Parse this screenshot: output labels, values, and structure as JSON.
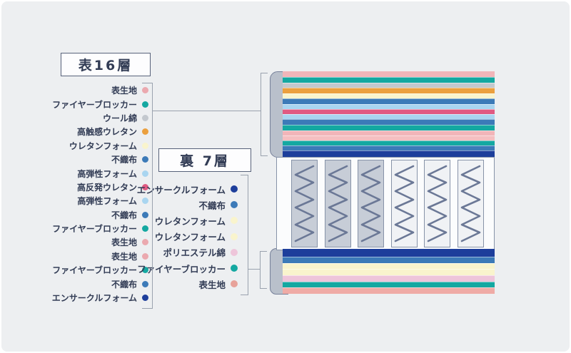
{
  "front_legend": {
    "title": "表16層",
    "items": [
      {
        "label": "表生地",
        "color": "#eba9af"
      },
      {
        "label": "ファイヤーブロッカー",
        "color": "#14a8a1"
      },
      {
        "label": "ウール綿",
        "color": "#c3c8ce"
      },
      {
        "label": "高触感ウレタン",
        "color": "#eba03f"
      },
      {
        "label": "ウレタンフォーム",
        "color": "#f9f4cd"
      },
      {
        "label": "不織布",
        "color": "#3c7ab8"
      },
      {
        "label": "高弾性フォーム",
        "color": "#a9d5f0"
      },
      {
        "label": "高反発ウレタン",
        "color": "#e05a82"
      },
      {
        "label": "高弾性フォーム",
        "color": "#a9d5f0"
      },
      {
        "label": "不織布",
        "color": "#3c7ab8"
      },
      {
        "label": "ファイヤーブロッカー",
        "color": "#14a8a1"
      },
      {
        "label": "表生地",
        "color": "#eba9af"
      },
      {
        "label": "表生地",
        "color": "#eba9af"
      },
      {
        "label": "ファイヤーブロッカー",
        "color": "#14a8a1"
      },
      {
        "label": "不織布",
        "color": "#3c7ab8"
      },
      {
        "label": "エンサークルフォーム",
        "color": "#1d3e9b"
      }
    ]
  },
  "back_legend": {
    "title": "裏 7層",
    "items": [
      {
        "label": "エンサークルフォーム",
        "color": "#1d3e9b"
      },
      {
        "label": "不織布",
        "color": "#3c7ab8"
      },
      {
        "label": "ウレタンフォーム",
        "color": "#f9f4cd"
      },
      {
        "label": "ウレタンフォーム",
        "color": "#f9f4cd"
      },
      {
        "label": "ポリエステル綿",
        "color": "#eec5da"
      },
      {
        "label": "ファイヤーブロッカー",
        "color": "#14a8a1"
      },
      {
        "label": "表生地",
        "color": "#e7a29a"
      }
    ]
  },
  "mattress": {
    "top_stripes": [
      {
        "name": "表生地",
        "color": "#f1b5b9",
        "h": 8
      },
      {
        "name": "ファイヤーブロッカー",
        "color": "#14a8a1",
        "h": 8
      },
      {
        "name": "ウール綿",
        "color": "#c3c8ce",
        "h": 7
      },
      {
        "name": "高触感ウレタン",
        "color": "#eba03f",
        "h": 8
      },
      {
        "name": "ウレタンフォーム",
        "color": "#f9f4cd",
        "h": 7
      },
      {
        "name": "不織布",
        "color": "#3c7ab8",
        "h": 8
      },
      {
        "name": "高弾性フォーム",
        "color": "#a9d5f0",
        "h": 7
      },
      {
        "name": "高反発ウレタン",
        "color": "#e05a82",
        "h": 7
      },
      {
        "name": "高弾性フォーム",
        "color": "#a9d5f0",
        "h": 7
      },
      {
        "name": "不織布",
        "color": "#3c7ab8",
        "h": 8
      },
      {
        "name": "ファイヤーブロッカー",
        "color": "#14a8a1",
        "h": 8
      },
      {
        "name": "表生地",
        "color": "#f1b5b9",
        "h": 7
      },
      {
        "name": "表生地",
        "color": "#f4bfc1",
        "h": 7
      },
      {
        "name": "ファイヤーブロッカー",
        "color": "#14a8a1",
        "h": 7
      },
      {
        "name": "不織布",
        "color": "#3c7ab8",
        "h": 7
      },
      {
        "name": "エンサークルフォーム",
        "color": "#1d3e9b",
        "h": 10
      }
    ],
    "bottom_stripes": [
      {
        "name": "エンサークルフォーム",
        "color": "#1d3e9b",
        "h": 11
      },
      {
        "name": "不織布",
        "color": "#3c7ab8",
        "h": 9
      },
      {
        "name": "ウレタンフォーム",
        "color": "#f9f4cd",
        "h": 8
      },
      {
        "name": "ウレタンフォーム",
        "color": "#f9f4cd",
        "h": 9
      },
      {
        "name": "ポリエステル綿",
        "color": "#eec5da",
        "h": 9
      },
      {
        "name": "ファイヤーブロッカー",
        "color": "#14a8a1",
        "h": 8
      },
      {
        "name": "表生地",
        "color": "#efaba6",
        "h": 9
      }
    ],
    "springs": {
      "pocket_count": 6,
      "gray_pocket_count": 3,
      "pocket_fill_gray": "#c7cdd7",
      "pocket_fill_light": "#f0f2f5",
      "spring_color": "#6b7896"
    }
  }
}
